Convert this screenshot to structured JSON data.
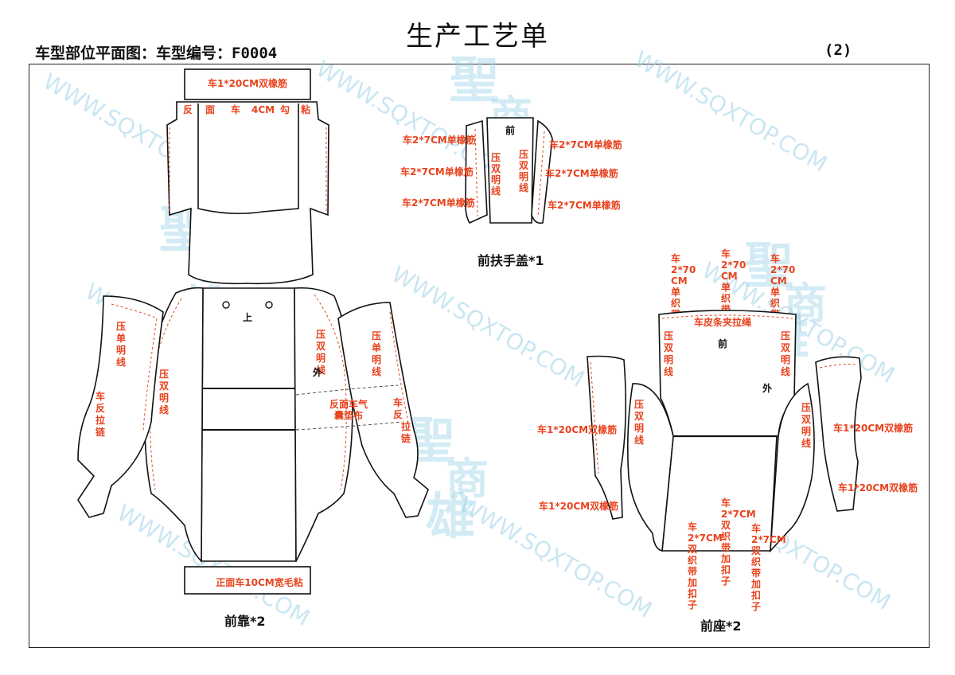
{
  "header": {
    "title": "生产工艺单",
    "subtitle": "车型部位平面图：车型编号：F0004",
    "page_number": "(2)"
  },
  "watermark": {
    "url_text": "WWW.SQXTOP.COM",
    "brand_chars": [
      "聖",
      "商",
      "雄"
    ],
    "color": "#9fd3e8"
  },
  "colors": {
    "annotation": "#e8431e",
    "outline": "#111111"
  },
  "front_back": {
    "caption": "前靠*2",
    "top_band_label": "车1*20CM双橡筋",
    "hook_label": "反面车4CM勾粘",
    "hook_label_chars": [
      "反",
      "面",
      "车",
      "4CM",
      "勾",
      "粘"
    ],
    "bottom_band_label": "正面车10CM宽毛粘",
    "left_wing_seam": "压单明线",
    "left_wing_zip": "车反拉链",
    "left_side_seam": "压双明线",
    "right_side_seam": "压双明线",
    "right_wing_seam": "压单明线",
    "right_wing_zip": "车反拉链",
    "airbag_label": "反面车气囊垫布",
    "top_mark": "上",
    "outer_mark": "外"
  },
  "front_armrest": {
    "caption": "前扶手盖*1",
    "front_mark": "前",
    "left_seam": "压双明线",
    "right_seam": "压双明线",
    "left_labels": [
      "车2*7CM单橡筋",
      "车2*7CM单橡筋",
      "车2*7CM单橡筋"
    ],
    "right_labels": [
      "车2*7CM单橡筋",
      "车2*7CM单橡筋",
      "车2*7CM单橡筋"
    ]
  },
  "front_seat": {
    "caption": "前座*2",
    "top_labels": [
      "车2*70CM单织带",
      "车2*70CM单织带",
      "车2*70CM单织带"
    ],
    "zip_label": "车皮条夹拉绳",
    "front_mark": "前",
    "outer_mark": "外",
    "left_seam": "压双明线",
    "right_seam": "压双明线",
    "left_side_seam": "压双明线",
    "right_side_seam": "压双明线",
    "left_band_top": "车1*20CM双橡筋",
    "left_band_bottom": "车1*20CM双橡筋",
    "right_band_top": "车1*20CM双橡筋",
    "right_band_bottom": "车1*20CM双橡筋",
    "bottom_labels": [
      "车2*7CM双织带加扣子",
      "车2*7CM双织带加扣子",
      "车2*7CM双织带加扣子"
    ]
  }
}
